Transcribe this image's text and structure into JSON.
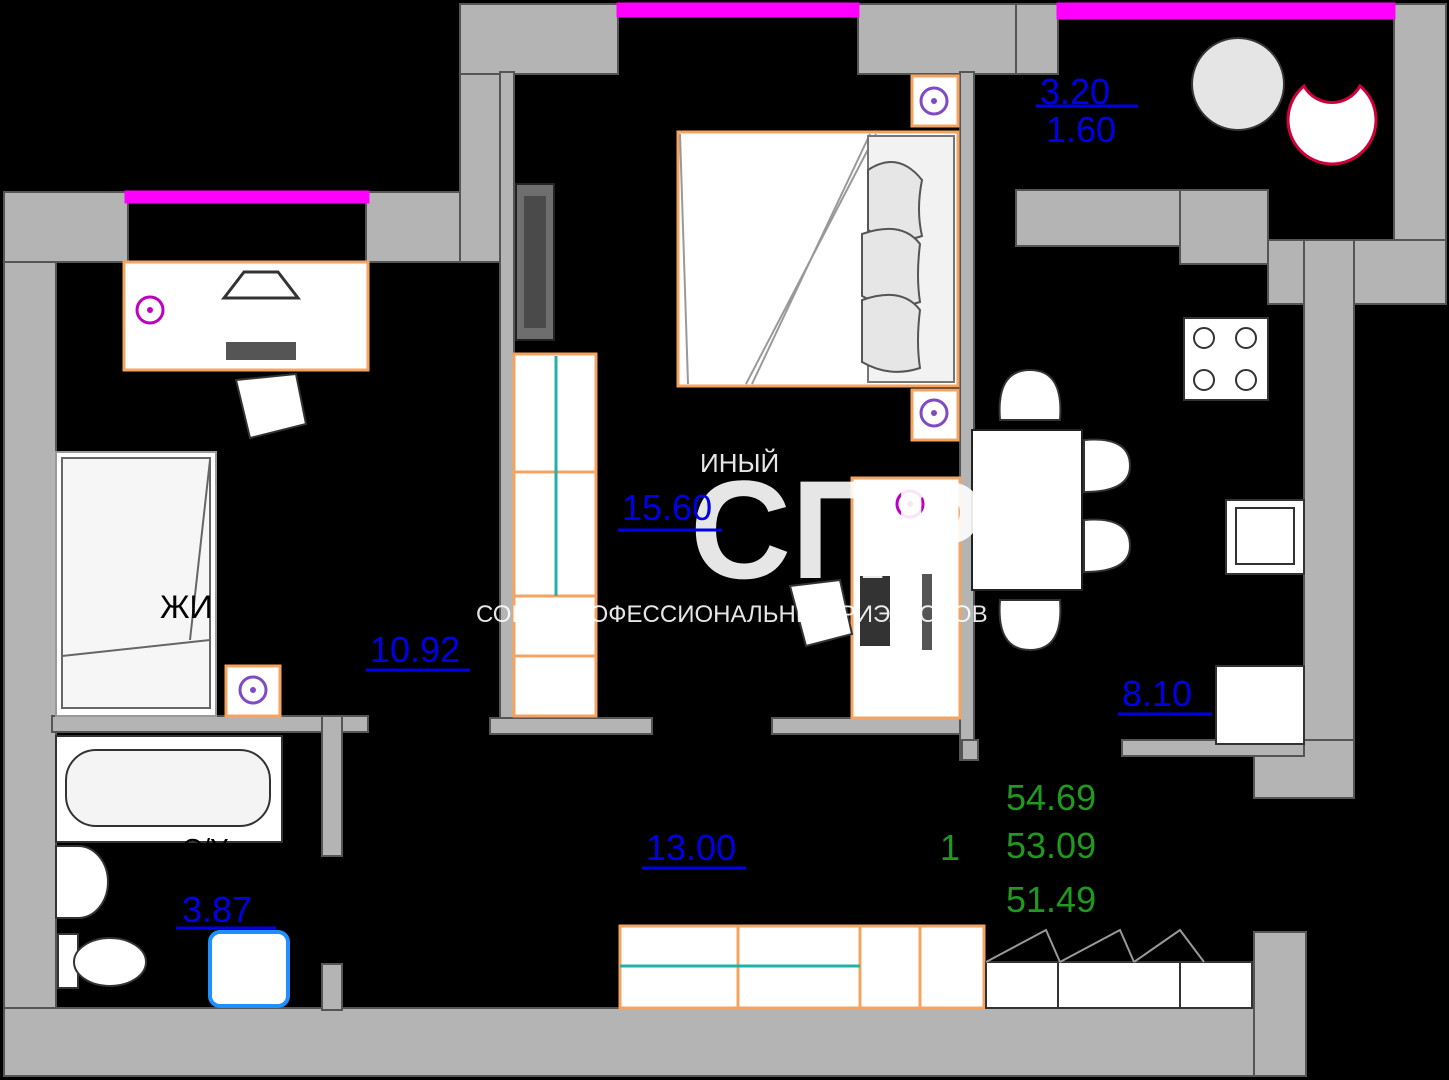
{
  "rooms": {
    "loggia": {
      "area_outer": "3.20",
      "area_inner": "1.60"
    },
    "bedroom": {
      "area": "15.60"
    },
    "living": {
      "area": "10.92",
      "label": "ЖИ"
    },
    "kitchen": {
      "area": "8.10"
    },
    "hall": {
      "area": "13.00"
    },
    "bathroom": {
      "area": "3.87",
      "label": "С/У"
    }
  },
  "summary": {
    "rooms_count": "1",
    "total_area": "54.69",
    "total_area_reduced": "53.09",
    "living_total": "51.49"
  },
  "watermark": {
    "logo": "СПР",
    "subtitle": "СОЮЗ ПРОФЕССИОНАЛЬНЫХ РИЭЛТОРОВ",
    "small": "ИНЫЙ"
  },
  "colors": {
    "wall": "#b4b4b4",
    "window": "#ff00ff",
    "area_text": "#0000e6",
    "summary_text": "#1f9a1f",
    "furniture_outline": "#f4a460"
  }
}
